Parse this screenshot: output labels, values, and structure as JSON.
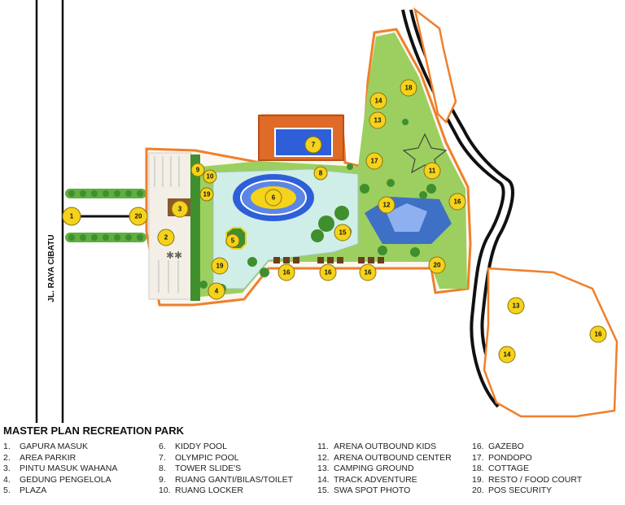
{
  "map": {
    "road_label": "JL. RAYA CIBATU",
    "markers": [
      {
        "num": "1"
      },
      {
        "num": "20"
      },
      {
        "num": "3"
      },
      {
        "num": "2"
      },
      {
        "num": "9"
      },
      {
        "num": "10"
      },
      {
        "num": "19"
      },
      {
        "num": "5"
      },
      {
        "num": "19"
      },
      {
        "num": "4"
      },
      {
        "num": "7"
      },
      {
        "num": "6"
      },
      {
        "num": "8"
      },
      {
        "num": "15"
      },
      {
        "num": "16"
      },
      {
        "num": "16"
      },
      {
        "num": "16"
      },
      {
        "num": "12"
      },
      {
        "num": "17"
      },
      {
        "num": "11"
      },
      {
        "num": "16"
      },
      {
        "num": "20"
      },
      {
        "num": "18"
      },
      {
        "num": "14"
      },
      {
        "num": "13"
      },
      {
        "num": "13"
      },
      {
        "num": "16"
      },
      {
        "num": "14"
      }
    ]
  },
  "legend": {
    "title": "MASTER PLAN RECREATION PARK",
    "columns": [
      [
        {
          "num": "1.",
          "label": "GAPURA  MASUK"
        },
        {
          "num": "2.",
          "label": "AREA PARKIR"
        },
        {
          "num": "3.",
          "label": "PINTU MASUK WAHANA"
        },
        {
          "num": "4.",
          "label": "GEDUNG PENGELOLA"
        },
        {
          "num": "5.",
          "label": "PLAZA"
        }
      ],
      [
        {
          "num": "6.",
          "label": "KIDDY POOL"
        },
        {
          "num": "7.",
          "label": "OLYMPIC POOL"
        },
        {
          "num": "8.",
          "label": "TOWER SLIDE'S"
        },
        {
          "num": "9.",
          "label": "RUANG GANTI/BILAS/TOILET"
        },
        {
          "num": "10.",
          "label": "RUANG LOCKER"
        }
      ],
      [
        {
          "num": "11.",
          "label": "ARENA OUTBOUND KIDS"
        },
        {
          "num": "12.",
          "label": "ARENA OUTBOUND CENTER"
        },
        {
          "num": "13.",
          "label": "CAMPING GROUND"
        },
        {
          "num": "14.",
          "label": "TRACK ADVENTURE"
        },
        {
          "num": "15.",
          "label": "SWA SPOT PHOTO"
        }
      ],
      [
        {
          "num": "16.",
          "label": "GAZEBO"
        },
        {
          "num": "17.",
          "label": "PONDOPO"
        },
        {
          "num": "18.",
          "label": "COTTAGE"
        },
        {
          "num": "19.",
          "label": "RESTO / FOOD COURT"
        },
        {
          "num": "20.",
          "label": "POS SECURITY"
        }
      ]
    ]
  },
  "colors": {
    "site_boundary": "#f07f2a",
    "grass": "#9ccf5f",
    "pool_blue": "#2e5fd8",
    "water_light": "#cfeee8",
    "marker_fill": "#f5d21b",
    "road_line": "#111111"
  }
}
